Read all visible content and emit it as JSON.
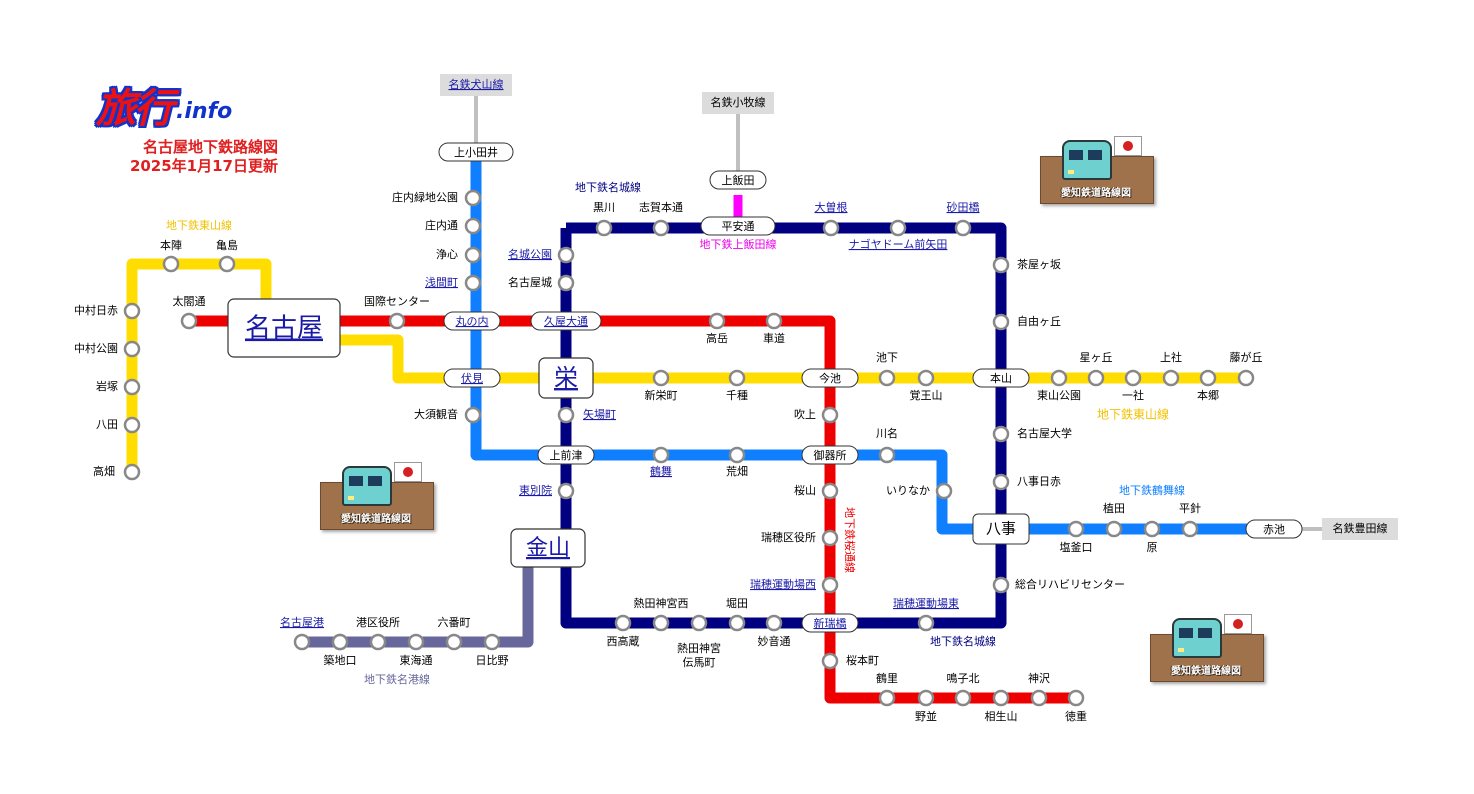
{
  "logo": {
    "main": "旅行",
    "sub": ".info"
  },
  "title": {
    "line1": "名古屋地下鉄路線図",
    "line2": "2025年1月17日更新"
  },
  "badge_label": "愛知鉄道路線図",
  "colors": {
    "higashiyama": "#ffdd00",
    "meijo": "#000080",
    "tsurumai": "#0f7fff",
    "sakuradori": "#ee0000",
    "meiko": "#67679c",
    "kamiiida": "#ff00ff",
    "connector": "#c0c0c0"
  },
  "line_labels": [
    {
      "text": "地下鉄東山線",
      "color": "#f2c200"
    },
    {
      "text": "地下鉄名城線",
      "color": "#000080"
    },
    {
      "text": "地下鉄上飯田線",
      "color": "#ee00ee"
    },
    {
      "text": "地下鉄東山線",
      "color": "#f2c200"
    },
    {
      "text": "地下鉄鶴舞線",
      "color": "#0f7fff"
    },
    {
      "text": "地下鉄桜通線",
      "color": "#ee0000"
    },
    {
      "text": "地下鉄名城線",
      "color": "#000080"
    },
    {
      "text": "地下鉄名港線",
      "color": "#67679c"
    }
  ],
  "connectors": [
    "名鉄犬山線",
    "名鉄小牧線",
    "名鉄豊田線"
  ],
  "big_stations": [
    "名古屋",
    "栄",
    "金山"
  ],
  "box_stations": [
    "上小田井",
    "上飯田",
    "平安通",
    "丸の内",
    "久屋大通",
    "伏見",
    "今池",
    "本山",
    "上前津",
    "御器所",
    "八事",
    "赤池",
    "新瑞橋"
  ],
  "stations": [
    "本陣",
    "亀島",
    "中村日赤",
    "中村公園",
    "岩塚",
    "八田",
    "高畑",
    "太閤通",
    "国際センター",
    "庄内緑地公園",
    "庄内通",
    "浄心",
    "浅間町",
    "大須観音",
    "黒川",
    "志賀本通",
    "大曽根",
    "ナゴヤドーム前矢田",
    "砂田橋",
    "茶屋ヶ坂",
    "自由ヶ丘",
    "名城公園",
    "名古屋城",
    "高岳",
    "車道",
    "新栄町",
    "千種",
    "池下",
    "覚王山",
    "星ヶ丘",
    "上社",
    "藤が丘",
    "東山公園",
    "一社",
    "本郷",
    "矢場町",
    "吹上",
    "川名",
    "名古屋大学",
    "鶴舞",
    "荒畑",
    "東別院",
    "桜山",
    "いりなか",
    "八事日赤",
    "植田",
    "平針",
    "塩釜口",
    "原",
    "瑞穂区役所",
    "瑞穂運動場西",
    "総合リハビリセンター",
    "熱田神宮西",
    "堀田",
    "西高蔵",
    "熱田神宮伝馬町",
    "妙音通",
    "瑞穂運動場東",
    "桜本町",
    "鶴里",
    "鳴子北",
    "神沢",
    "野並",
    "相生山",
    "徳重",
    "名古屋港",
    "港区役所",
    "六番町",
    "築地口",
    "東海通",
    "日比野"
  ]
}
